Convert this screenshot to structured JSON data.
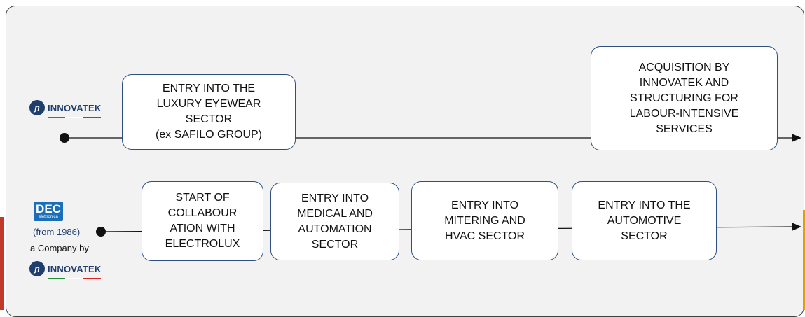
{
  "top_track": {
    "logo_name": "INNOVATEK",
    "logo_icon": "innovatek-logo-icon",
    "milestones": [
      "ENTRY INTO THE\nLUXURY EYEWEAR\nSECTOR\n(ex SAFILO GROUP)",
      "ACQUISITION BY\nINNOVATEK AND\nSTRUCTURING FOR\nLABOUR-INTENSIVE\nSERVICES"
    ]
  },
  "bottom_track": {
    "dec_logo": "DEC",
    "dec_logo_sub": "elettronica",
    "since_label": "(from 1986)",
    "company_by_label": "a Company by",
    "logo_name": "INNOVATEK",
    "milestones": [
      "START OF\nCOLLABOUR\nATION WITH\nELECTROLUX",
      "ENTRY INTO\nMEDICAL AND\nAUTOMATION\nSECTOR",
      "ENTRY INTO\nMITERING AND\nHVAC SECTOR",
      "ENTRY INTO THE\nAUTOMOTIVE\nSECTOR"
    ]
  },
  "colors": {
    "panel_bg": "#f2f2f2",
    "box_border": "#2f4f7f",
    "innovatek_blue": "#1f3e6e",
    "dec_blue": "#1a6fb8",
    "accent_red": "#c0392b",
    "accent_yellow": "#e0a000"
  }
}
